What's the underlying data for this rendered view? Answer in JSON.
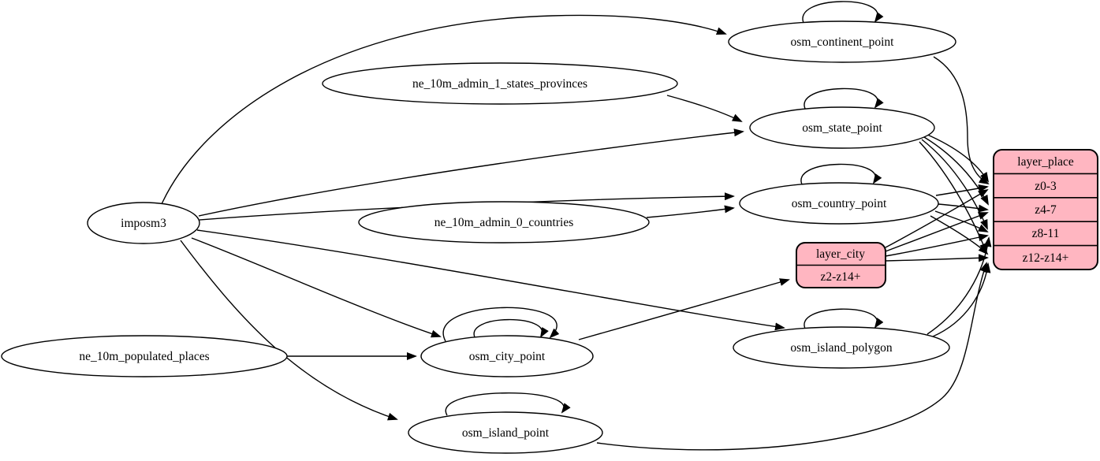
{
  "diagram": {
    "type": "etl-graph",
    "colors": {
      "background": "#ffffff",
      "node_fill": "#ffffff",
      "record_fill": "#ffb6c1",
      "stroke": "#000000"
    },
    "nodes": {
      "imposm3": {
        "label": "imposm3"
      },
      "ne_10m_admin_1_states_provinces": {
        "label": "ne_10m_admin_1_states_provinces"
      },
      "ne_10m_admin_0_countries": {
        "label": "ne_10m_admin_0_countries"
      },
      "ne_10m_populated_places": {
        "label": "ne_10m_populated_places"
      },
      "osm_continent_point": {
        "label": "osm_continent_point"
      },
      "osm_state_point": {
        "label": "osm_state_point"
      },
      "osm_country_point": {
        "label": "osm_country_point"
      },
      "osm_city_point": {
        "label": "osm_city_point"
      },
      "osm_island_polygon": {
        "label": "osm_island_polygon"
      },
      "osm_island_point": {
        "label": "osm_island_point"
      }
    },
    "records": {
      "layer_place": {
        "title": "layer_place",
        "rows": [
          "z0-3",
          "z4-7",
          "z8-11",
          "z12-z14+"
        ]
      },
      "layer_city": {
        "title": "layer_city",
        "rows": [
          "z2-z14+"
        ]
      }
    },
    "edges": [
      {
        "from": "imposm3",
        "to": "osm_continent_point"
      },
      {
        "from": "imposm3",
        "to": "osm_state_point"
      },
      {
        "from": "imposm3",
        "to": "osm_country_point"
      },
      {
        "from": "imposm3",
        "to": "osm_city_point"
      },
      {
        "from": "imposm3",
        "to": "osm_island_polygon"
      },
      {
        "from": "imposm3",
        "to": "osm_island_point"
      },
      {
        "from": "ne_10m_admin_1_states_provinces",
        "to": "osm_state_point"
      },
      {
        "from": "ne_10m_admin_0_countries",
        "to": "osm_country_point"
      },
      {
        "from": "ne_10m_populated_places",
        "to": "osm_city_point"
      },
      {
        "from": "osm_continent_point",
        "to": "osm_continent_point"
      },
      {
        "from": "osm_state_point",
        "to": "osm_state_point"
      },
      {
        "from": "osm_country_point",
        "to": "osm_country_point"
      },
      {
        "from": "osm_city_point",
        "to": "osm_city_point"
      },
      {
        "from": "osm_city_point",
        "to": "osm_city_point"
      },
      {
        "from": "osm_island_polygon",
        "to": "osm_island_polygon"
      },
      {
        "from": "osm_island_point",
        "to": "osm_island_point"
      },
      {
        "from": "osm_continent_point",
        "to": "layer_place:z0-3"
      },
      {
        "from": "osm_state_point",
        "to": "layer_place:z0-3"
      },
      {
        "from": "osm_state_point",
        "to": "layer_place:z4-7"
      },
      {
        "from": "osm_state_point",
        "to": "layer_place:z8-11"
      },
      {
        "from": "osm_state_point",
        "to": "layer_place:z12-z14+"
      },
      {
        "from": "osm_country_point",
        "to": "layer_place:z0-3"
      },
      {
        "from": "osm_country_point",
        "to": "layer_place:z4-7"
      },
      {
        "from": "osm_country_point",
        "to": "layer_place:z8-11"
      },
      {
        "from": "osm_country_point",
        "to": "layer_place:z12-z14+"
      },
      {
        "from": "osm_city_point",
        "to": "layer_city:z2-z14+"
      },
      {
        "from": "layer_city",
        "to": "layer_place:z0-3"
      },
      {
        "from": "layer_city",
        "to": "layer_place:z4-7"
      },
      {
        "from": "layer_city",
        "to": "layer_place:z8-11"
      },
      {
        "from": "layer_city",
        "to": "layer_place:z12-z14+"
      },
      {
        "from": "osm_island_polygon",
        "to": "layer_place:z8-11"
      },
      {
        "from": "osm_island_polygon",
        "to": "layer_place:z12-z14+"
      },
      {
        "from": "osm_island_point",
        "to": "layer_place:z12-z14+"
      }
    ]
  }
}
